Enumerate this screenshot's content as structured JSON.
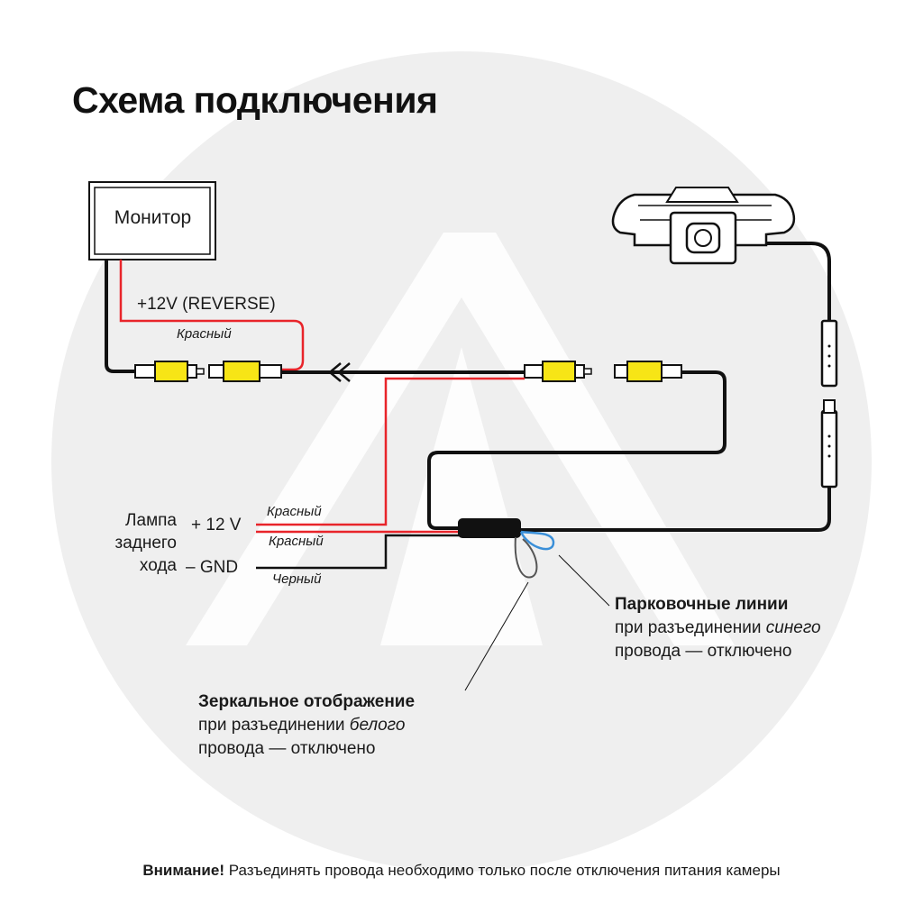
{
  "title": "Схема подключения",
  "monitor": {
    "label": "Монитор"
  },
  "reverse_power": {
    "label": "+12V (REVERSE)",
    "wire_color": "Красный"
  },
  "lamp": {
    "label_lines": [
      "Лампа",
      "заднего",
      "хода"
    ],
    "plus_label": "+ 12 V",
    "minus_label": "– GND",
    "wire_plus_1": "Красный",
    "wire_plus_2": "Красный",
    "wire_gnd": "Черный"
  },
  "parking_lines": {
    "heading": "Парковочные линии",
    "text_before": "при разъединении",
    "text_em": "синего",
    "text_after": "провода — отключено"
  },
  "mirror": {
    "heading": "Зеркальное отображение",
    "text_before": "при разъединении",
    "text_em": "белого",
    "text_after": "провода — отключено"
  },
  "footer": {
    "warning": "Внимание!",
    "text": "Разъединять провода необходимо только после отключения питания камеры"
  },
  "colors": {
    "wire_black": "#111111",
    "wire_red": "#e8242a",
    "wire_blue": "#3a8fd8",
    "connector_yellow": "#f7e516",
    "background_circle": "#efefef",
    "background_logo": "#ffffff"
  }
}
